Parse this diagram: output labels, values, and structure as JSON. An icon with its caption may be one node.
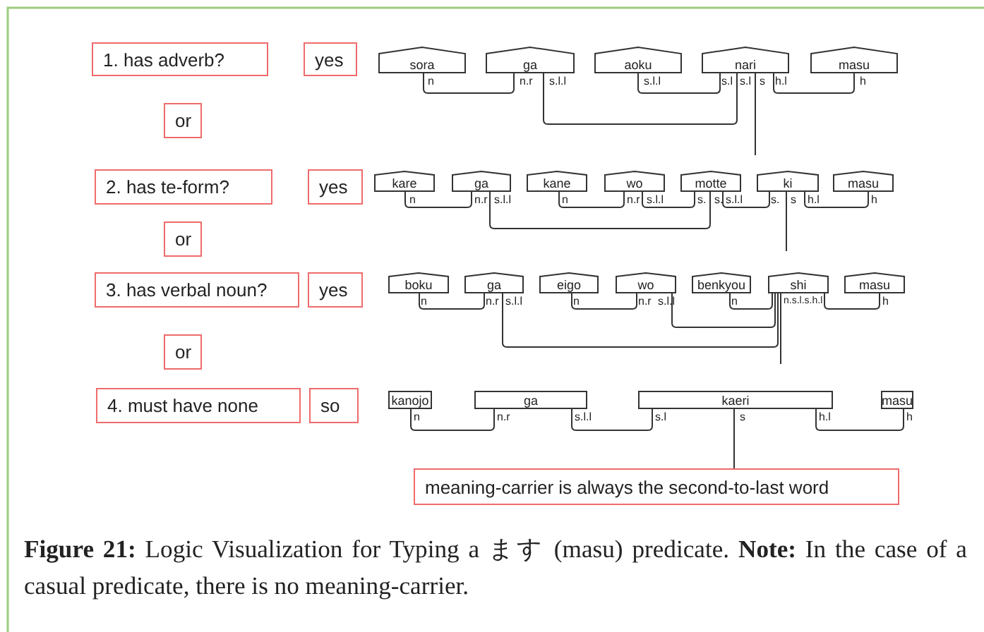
{
  "diagram": {
    "caption": "**Figure 21:** Logic Visualization for Typing a ます (masu) predicate. **Note:** In the case of a casual predicate, there is no meaning-carrier.",
    "nodes": [
      {
        "text": [
          "1. has adverb?"
        ]
      },
      {
        "text": [
          "yes"
        ]
      },
      {
        "text": [
          "sora"
        ],
        "beside": [
          "n"
        ]
      },
      {
        "text": [
          "ga"
        ],
        "beside": [
          "n.r",
          "s.l.l"
        ]
      },
      {
        "text": [
          "aoku"
        ],
        "beside": [
          "s.l.l"
        ]
      },
      {
        "text": [
          "nari"
        ],
        "beside": [
          "s.l",
          "s.l",
          "s",
          "h.l"
        ]
      },
      {
        "text": [
          "masu"
        ],
        "beside": [
          "h"
        ]
      },
      {
        "text": [
          "or"
        ]
      },
      {
        "text": [
          "2. has te-form?"
        ]
      },
      {
        "text": [
          "yes"
        ]
      },
      {
        "text": [
          "kare"
        ],
        "beside": [
          "n"
        ]
      },
      {
        "text": [
          "ga"
        ],
        "beside": [
          "n.r",
          "s.l.l"
        ]
      },
      {
        "text": [
          "kane"
        ],
        "beside": [
          "n"
        ]
      },
      {
        "text": [
          "wo"
        ],
        "beside": [
          "n.r",
          "s.l.l"
        ]
      },
      {
        "text": [
          "motte"
        ],
        "beside": [
          "s.",
          "s.",
          "s.l.l"
        ]
      },
      {
        "text": [
          "ki"
        ],
        "beside": [
          "s.",
          "s",
          "h.l"
        ]
      },
      {
        "text": [
          "masu"
        ],
        "beside": [
          "h"
        ]
      },
      {
        "text": [
          "or"
        ]
      },
      {
        "text": [
          "3. has verbal noun?"
        ]
      },
      {
        "text": [
          "yes"
        ]
      },
      {
        "text": [
          "boku"
        ],
        "beside": [
          "n"
        ]
      },
      {
        "text": [
          "ga"
        ],
        "beside": [
          "n.r",
          "s.l.l"
        ]
      },
      {
        "text": [
          "eigo"
        ],
        "beside": [
          "n"
        ]
      },
      {
        "text": [
          "wo"
        ],
        "beside": [
          "n.r",
          "s.l.l"
        ]
      },
      {
        "text": [
          "benkyou"
        ],
        "beside": [
          "n"
        ]
      },
      {
        "text": [
          "shi"
        ],
        "beside": [
          "n.s.l.s.h.l"
        ]
      },
      {
        "text": [
          "masu"
        ],
        "beside": [
          "h"
        ]
      },
      {
        "text": [
          "or"
        ]
      },
      {
        "text": [
          "4. must have none"
        ]
      },
      {
        "text": [
          "so"
        ]
      },
      {
        "text": [
          "kanojo"
        ],
        "beside": [
          "n"
        ]
      },
      {
        "text": [
          "ga"
        ],
        "beside": [
          "n.r",
          "s.l.l"
        ]
      },
      {
        "text": [
          "kaeri"
        ],
        "beside": [
          "s.l",
          "s",
          "h.l"
        ]
      },
      {
        "text": [
          "masu"
        ],
        "beside": [
          "h"
        ]
      },
      {
        "text": [
          "meaning-carrier is always the second-to-last word"
        ]
      }
    ],
    "edges": [
      {
        "from": 2,
        "to": 3,
        "arrow": "none"
      },
      {
        "from": 3,
        "to": 5,
        "arrow": "none"
      },
      {
        "from": 4,
        "to": 5,
        "arrow": "none"
      },
      {
        "from": 5,
        "to": 6,
        "arrow": "none"
      },
      {
        "from": 5,
        "to": null,
        "arrow": "none"
      },
      {
        "from": 10,
        "to": 11,
        "arrow": "none"
      },
      {
        "from": 12,
        "to": 13,
        "arrow": "none"
      },
      {
        "from": 13,
        "to": 14,
        "arrow": "none"
      },
      {
        "from": 14,
        "to": 15,
        "arrow": "none"
      },
      {
        "from": 15,
        "to": 16,
        "arrow": "none"
      },
      {
        "from": 11,
        "to": 14,
        "arrow": "none"
      },
      {
        "from": 15,
        "to": null,
        "arrow": "none"
      },
      {
        "from": 20,
        "to": 21,
        "arrow": "none"
      },
      {
        "from": 22,
        "to": 23,
        "arrow": "none"
      },
      {
        "from": 24,
        "to": 25,
        "arrow": "none"
      },
      {
        "from": 25,
        "to": 26,
        "arrow": "none"
      },
      {
        "from": 23,
        "to": 25,
        "arrow": "none"
      },
      {
        "from": 21,
        "to": 25,
        "arrow": "none"
      },
      {
        "from": 25,
        "to": null,
        "arrow": "none"
      },
      {
        "from": 30,
        "to": 31,
        "arrow": "none"
      },
      {
        "from": 31,
        "to": 32,
        "arrow": "none"
      },
      {
        "from": 32,
        "to": 33,
        "arrow": "none"
      },
      {
        "from": 32,
        "to": 34,
        "arrow": "none"
      }
    ]
  }
}
